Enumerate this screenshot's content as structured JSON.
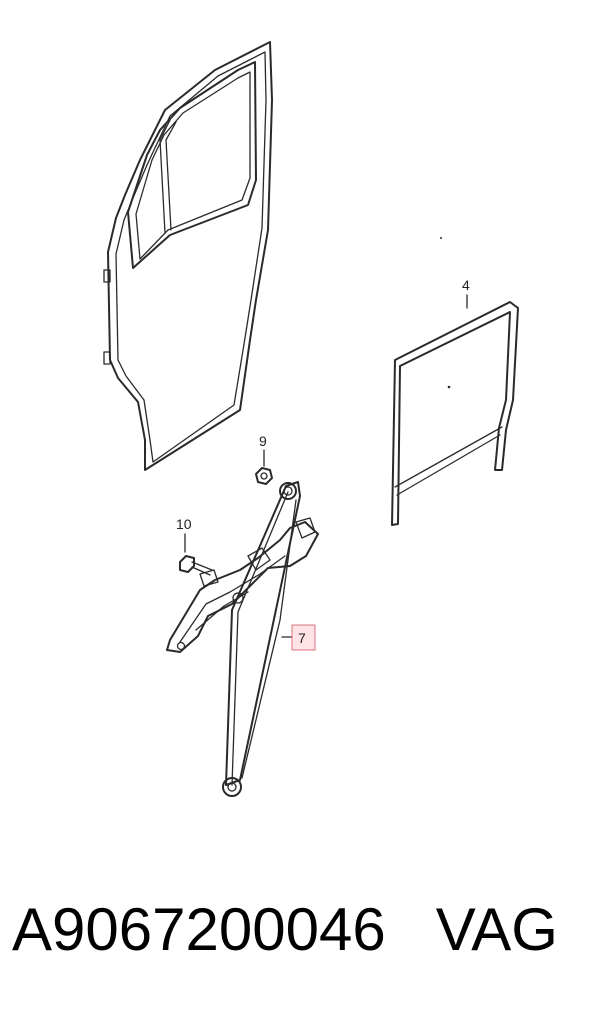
{
  "callouts": {
    "glass_run_channel": "4",
    "window_regulator": "7",
    "nut": "9",
    "bolt": "10"
  },
  "caption": {
    "part_number": "A9067200046",
    "brand": "VAG"
  },
  "colors": {
    "line": "#2a2a2a",
    "highlight_fill": "#ffe3e6",
    "highlight_stroke": "#d9737f",
    "background": "#ffffff"
  }
}
